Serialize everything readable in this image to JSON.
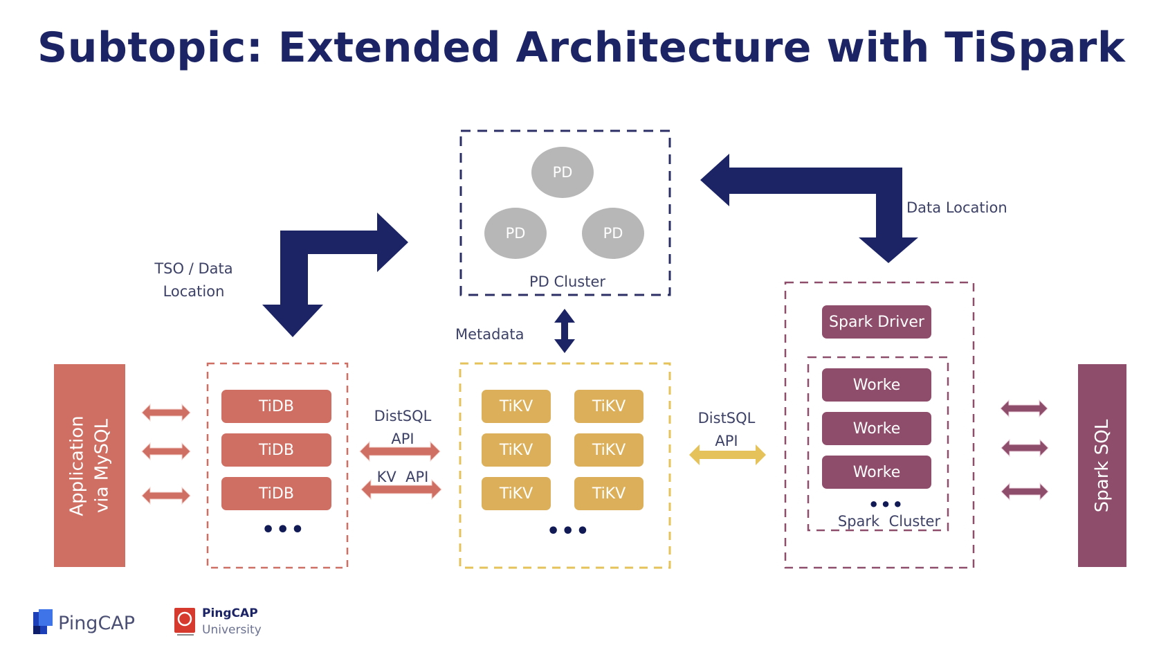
{
  "title": "Subtopic: Extended Architecture with TiSpark",
  "pd_cluster": {
    "label": "PD Cluster",
    "nodes": [
      "PD",
      "PD",
      "PD"
    ]
  },
  "labels": {
    "tso_line1": "TSO / Data",
    "tso_line2": "Location",
    "data_location": "Data Location",
    "metadata": "Metadata",
    "distsql_left_line1": "DistSQL",
    "distsql_left_line2": "API",
    "kv_api": "KV  API",
    "distsql_right_line1": "DistSQL",
    "distsql_right_line2": "API"
  },
  "application": {
    "line1": "Application",
    "line2": "via MySQL"
  },
  "tidb_nodes": [
    "TiDB",
    "TiDB",
    "TiDB"
  ],
  "tikv_nodes": [
    "TiKV",
    "TiKV",
    "TiKV",
    "TiKV",
    "TiKV",
    "TiKV"
  ],
  "ellipsis": "•••",
  "spark": {
    "driver": "Spark Driver",
    "workers": [
      "Worke",
      "Worke",
      "Worke"
    ],
    "cluster_label": "Spark  Cluster",
    "sql": "Spark SQL"
  },
  "footer": {
    "pingcap": "PingCAP",
    "univ_line1": "PingCAP",
    "univ_line2": "University"
  },
  "colors": {
    "navy": "#1c2466",
    "tidb": "#cf6f63",
    "tikv": "#dcb05a",
    "spark": "#8e4d6a",
    "pd": "#b7b7b7"
  }
}
